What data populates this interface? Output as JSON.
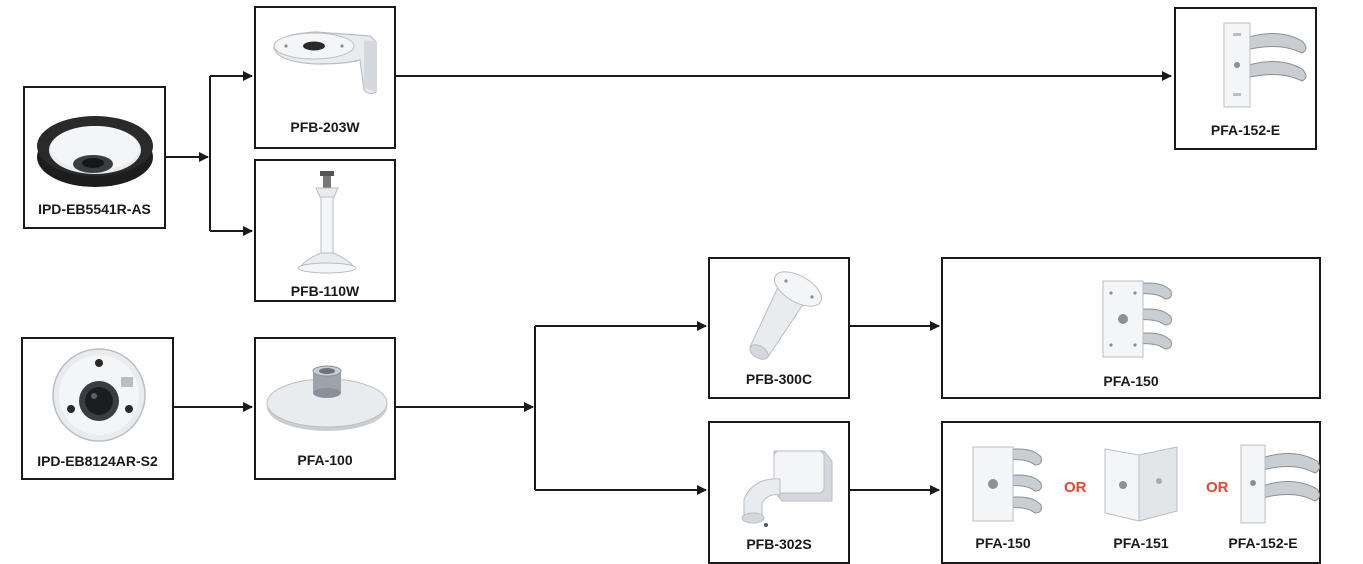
{
  "nodes": {
    "cam1": "IPD-EB5541R-AS",
    "pfb203w": "PFB-203W",
    "pfb110w": "PFB-110W",
    "pfa152e_top": "PFA-152-E",
    "cam2": "IPD-EB8124AR-S2",
    "pfa100": "PFA-100",
    "pfb300c": "PFB-300C",
    "pfa150_single": "PFA-150",
    "pfb302s": "PFB-302S"
  },
  "options": {
    "first": "PFA-150",
    "second": "PFA-151",
    "third": "PFA-152-E",
    "separator": "OR"
  },
  "colors": {
    "line": "#1a1a1a",
    "or_accent": "#e8472f",
    "product_light": "#e9ecef",
    "product_shade": "#b9bec4"
  }
}
